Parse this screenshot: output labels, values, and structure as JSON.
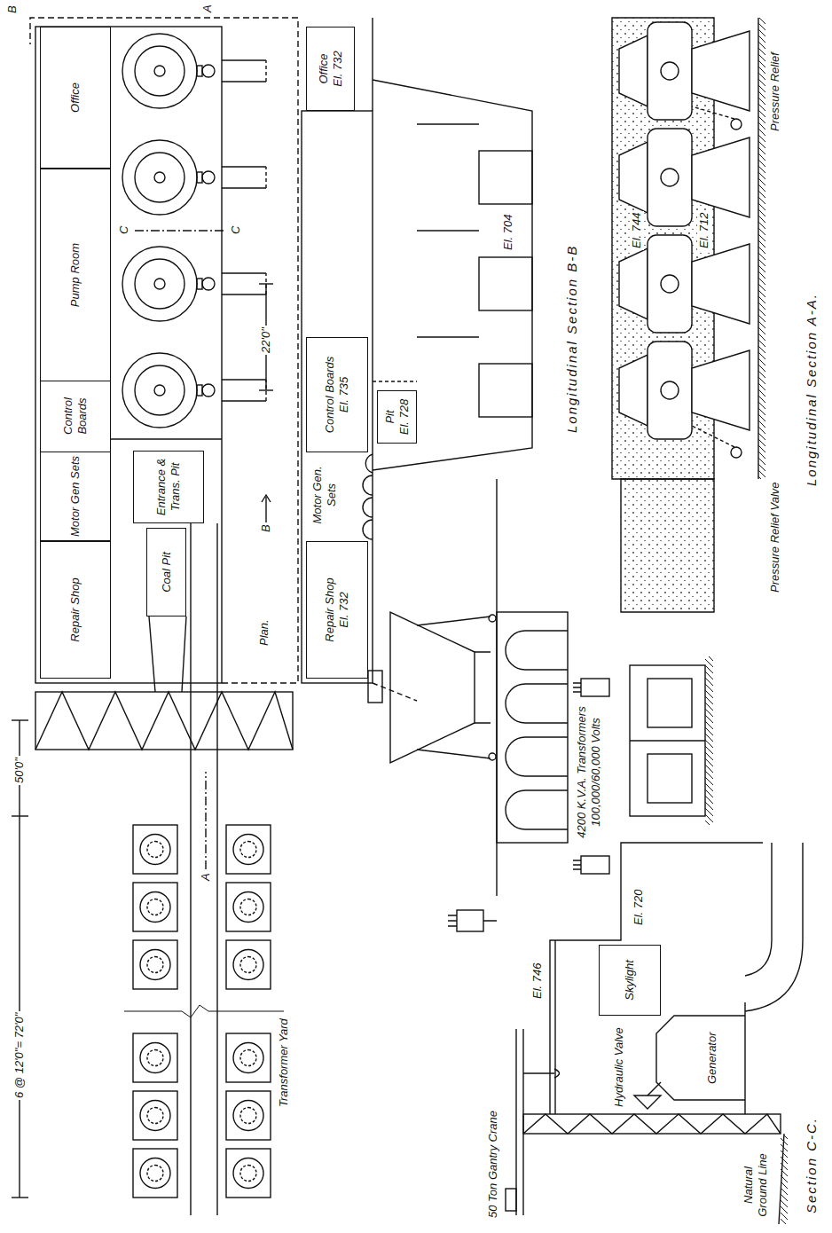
{
  "diagram": {
    "nodes": [
      {
        "text": [
          "Repair Shop"
        ]
      },
      {
        "text": [
          "Motor Gen Sets"
        ]
      },
      {
        "text": [
          "Control Boards"
        ]
      },
      {
        "text": [
          "Pump Room"
        ]
      },
      {
        "text": [
          "Office"
        ]
      },
      {
        "text": [
          "Entrance & Trans. Pit"
        ]
      },
      {
        "text": [
          "Coal Pit"
        ]
      },
      {
        "text": [
          "Office",
          "El. 732"
        ]
      },
      {
        "text": [
          "Repair Shop",
          "El. 732"
        ]
      },
      {
        "text": [
          "Control Boards",
          "El. 735"
        ]
      },
      {
        "text": [
          "Pit",
          "El. 728"
        ]
      },
      {
        "text": [
          "Skylight"
        ]
      }
    ],
    "labels": [
      "6 @ 12'0\"= 72'0\"",
      "50'0\"",
      "B",
      "B",
      "A",
      "A",
      "C",
      "C",
      "22'0\"",
      "Transformer Yard",
      "Plan.",
      "Motor Gen. Sets",
      "El. 704",
      "Longitudinal Section B-B",
      "El. 744",
      "El. 712",
      "Pressure Relief",
      "Pressure Relief Valve",
      "Longitudinal Section A-A.",
      "4200 K.V.A. Transformers 100,000/60,000 Volts",
      "50 Ton Gantry Crane",
      "Hydraulic Valve",
      "Generator",
      "El. 746",
      "El. 720",
      "Natural Ground Line",
      "Section C-C."
    ]
  }
}
